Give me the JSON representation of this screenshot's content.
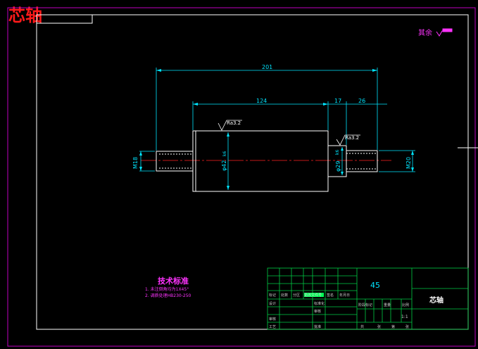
{
  "drawing": {
    "corner_title": "芯轴",
    "surface_note": "其余",
    "roughness_body": "Ra3.2",
    "roughness_shoulder": "Ra3.2"
  },
  "dimensions": {
    "overall_length": "201",
    "body_length": "124",
    "shoulder_length": "17",
    "right_end_length": "26",
    "left_thread": "M18",
    "right_thread": "M20",
    "body_diameter": "φ42",
    "shoulder_diameter": "φ29",
    "tol_body": "k6",
    "tol_shoulder": "k6"
  },
  "tech_requirements": {
    "title": "技术标准",
    "items": [
      "1. 未注倒角均为1X45°",
      "2. 调质处理HB230-250"
    ]
  },
  "title_block": {
    "material": "45",
    "part_name": "芯轴",
    "scale": "1:1",
    "labels": {
      "mark": "标记",
      "count": "处数",
      "zone": "分区",
      "doc_no": "更改文件号",
      "sign": "签名",
      "date": "年月日",
      "design": "设计",
      "standardize": "标准化",
      "craft": "工艺",
      "review": "审核",
      "approve": "批准",
      "check": "审核",
      "stage_mark": "阶段标记",
      "weight": "重量",
      "ratio": "比例",
      "sheets_total": "共",
      "sheets_unit": "张",
      "sheet_no": "第",
      "sheet_unit": "张"
    }
  }
}
